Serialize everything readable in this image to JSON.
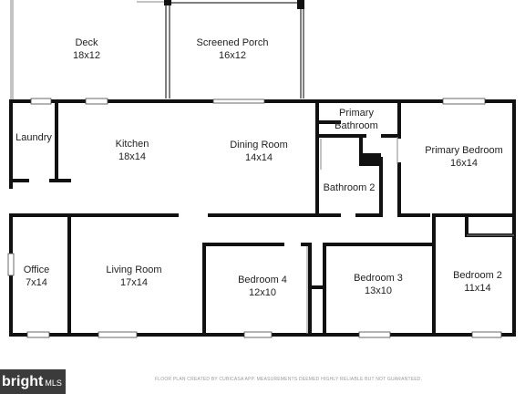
{
  "rooms": [
    {
      "id": "deck",
      "name": "Deck",
      "size": "18x12"
    },
    {
      "id": "screened-porch",
      "name": "Screened Porch",
      "size": "16x12"
    },
    {
      "id": "laundry",
      "name": "Laundry",
      "size": ""
    },
    {
      "id": "kitchen",
      "name": "Kitchen",
      "size": "18x14"
    },
    {
      "id": "dining-room",
      "name": "Dining Room",
      "size": "14x14"
    },
    {
      "id": "primary-bathroom",
      "name": "Primary Bathroom",
      "line1": "Primary",
      "line2": "Bathroom",
      "size": ""
    },
    {
      "id": "primary-bedroom",
      "name": "Primary Bedroom",
      "size": "16x14"
    },
    {
      "id": "bathroom-2",
      "name": "Bathroom 2",
      "size": ""
    },
    {
      "id": "office",
      "name": "Office",
      "size": "7x14"
    },
    {
      "id": "living-room",
      "name": "Living Room",
      "size": "17x14"
    },
    {
      "id": "bedroom-4",
      "name": "Bedroom 4",
      "size": "12x10"
    },
    {
      "id": "bedroom-3",
      "name": "Bedroom 3",
      "size": "13x10"
    },
    {
      "id": "bedroom-2",
      "name": "Bedroom 2",
      "size": "11x14"
    }
  ],
  "footer": "FLOOR PLAN CREATED BY CUBICASA APP. MEASUREMENTS DEEMED HIGHLY RELIABLE BUT NOT GUARANTEED.",
  "brand": {
    "text": "bright",
    "suffix": "MLS"
  },
  "colors": {
    "wall": "#111111",
    "thin_wall": "#8a8a8a",
    "label": "#222222",
    "footer": "#9a9a9a",
    "brand_bg": "#3b3b3b"
  }
}
